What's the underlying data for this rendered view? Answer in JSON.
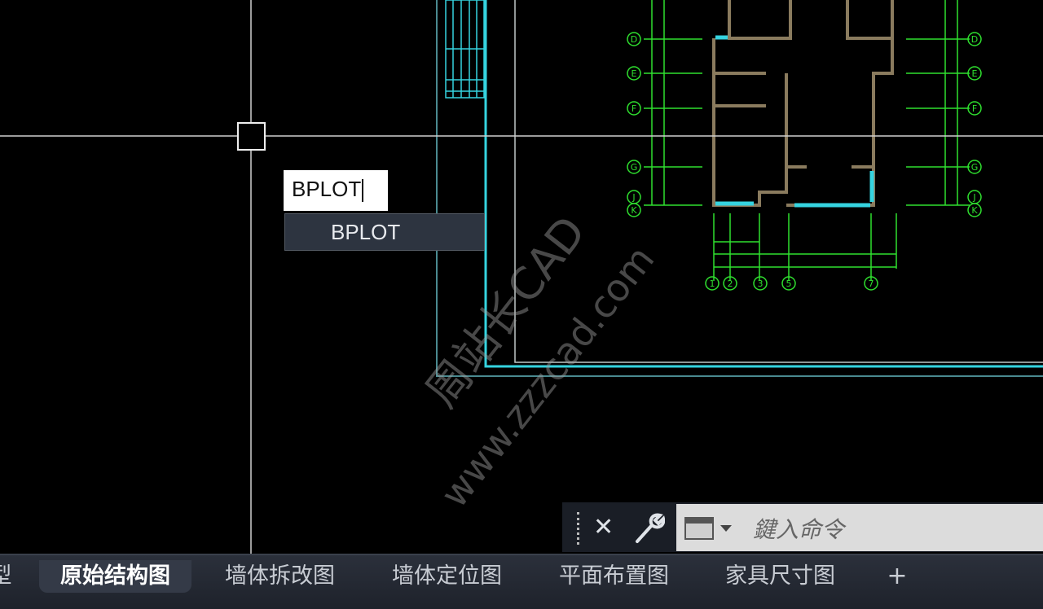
{
  "canvas": {
    "background": "#000000",
    "colors": {
      "crosshair": "#cfcfcf",
      "border_cyan": "#35d4e0",
      "axis_green": "#2fe02f",
      "wall": "#8a7b5e"
    },
    "grid_labels_left": [
      "D",
      "E",
      "F",
      "G",
      "J",
      "K"
    ],
    "grid_labels_bottom": [
      "1",
      "2",
      "3",
      "5",
      "7"
    ]
  },
  "dynamic_input": {
    "value": "BPLOT"
  },
  "autocomplete": {
    "items": [
      {
        "label": "BPLOT"
      }
    ]
  },
  "watermark": {
    "line1": "周站长CAD",
    "line2": "www.zzzcad.com"
  },
  "command_line": {
    "close_icon": "close-icon",
    "customize_icon": "wrench-icon",
    "recent_icon": "recent-commands-icon",
    "placeholder": "鍵入命令"
  },
  "layout_tabs": {
    "items": [
      {
        "label": "型",
        "active": false
      },
      {
        "label": "原始结构图",
        "active": true
      },
      {
        "label": "墙体拆改图",
        "active": false
      },
      {
        "label": "墙体定位图",
        "active": false
      },
      {
        "label": "平面布置图",
        "active": false
      },
      {
        "label": "家具尺寸图",
        "active": false
      }
    ],
    "add_label": "+"
  }
}
